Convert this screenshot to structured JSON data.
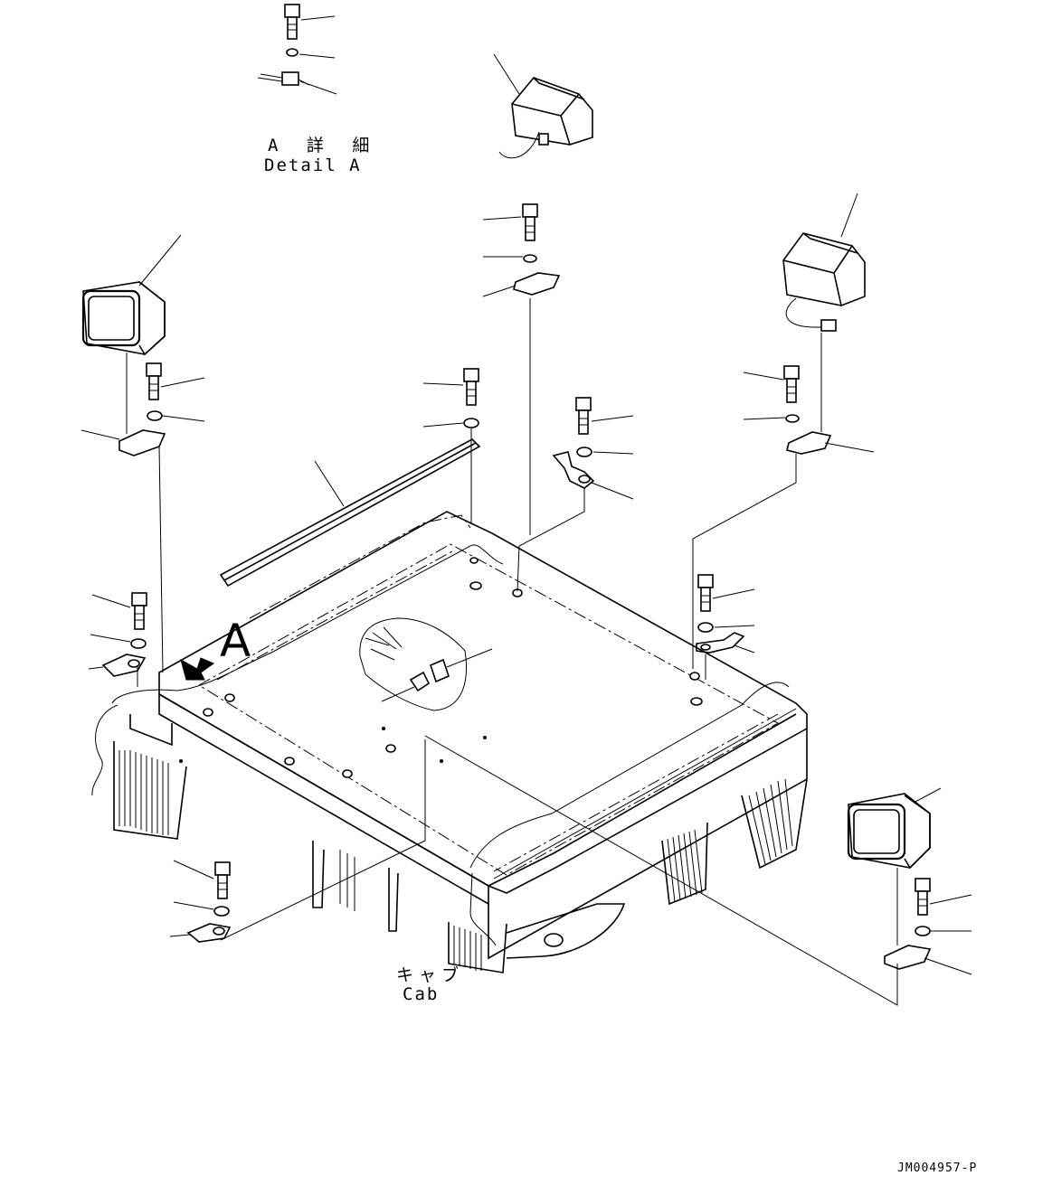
{
  "labels": {
    "detail_ja": "A 詳 細",
    "detail_en": "Detail A",
    "cab_ja": "キャブ",
    "cab_en": "Cab",
    "callout": "A",
    "drawing_number": "JM004957-P"
  }
}
